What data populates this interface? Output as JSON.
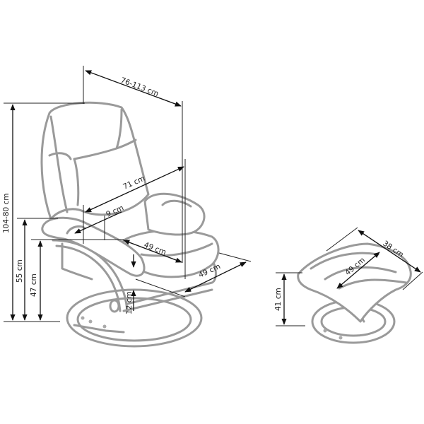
{
  "colors": {
    "outline": "#9a9a9a",
    "dimension_line": "#111111",
    "background": "#ffffff"
  },
  "recliner": {
    "dimensions": {
      "depth_range": "76-113 cm",
      "height_range": "104-80 cm",
      "armrest_height": "55 cm",
      "seat_height": "47 cm",
      "backrest_height": "71 cm",
      "armrest_width": "9 cm",
      "seat_depth": "49 cm",
      "seat_width": "49 cm",
      "seat_clearance": "12 cm"
    }
  },
  "ottoman": {
    "dimensions": {
      "depth": "38 cm",
      "width": "49 cm",
      "height": "41 cm"
    }
  }
}
